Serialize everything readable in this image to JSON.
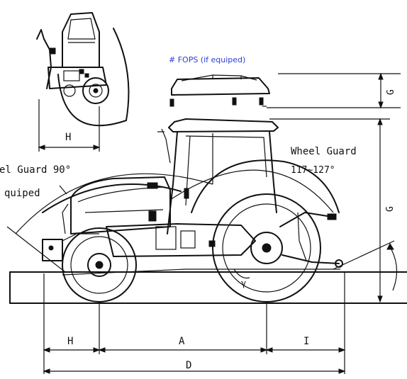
{
  "labels": {
    "fops": "# FOPS (if equiped)",
    "wheel_guard_right_1": "Wheel Guard",
    "wheel_guard_right_2": "117~127°",
    "wheel_guard_left_1": "el Guard 90°",
    "wheel_guard_left_2": "quiped",
    "dim_g_top": "G",
    "dim_g_main": "G",
    "dim_h_top": "H",
    "dim_h_bottom": "H",
    "dim_a": "A",
    "dim_i": "I",
    "dim_d": "D",
    "angle_gamma": "γ"
  },
  "colors": {
    "ink": "#111111",
    "fops_label": "#2a3fd4"
  }
}
